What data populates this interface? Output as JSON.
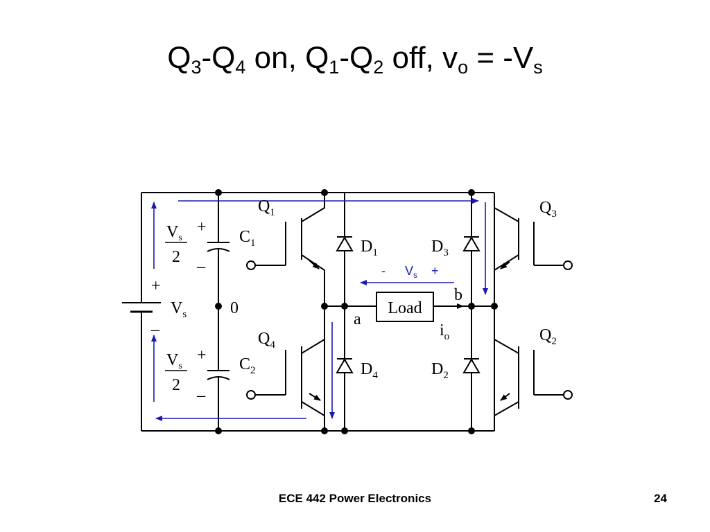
{
  "title": {
    "q3": "Q",
    "q3_sub": "3",
    "dash1": "-",
    "q4": "Q",
    "q4_sub": "4",
    "mid1": " on, ",
    "q1": "Q",
    "q1_sub": "1",
    "dash2": "-",
    "q2": "Q",
    "q2_sub": "2",
    "mid2": " off, v",
    "vo_sub": "o",
    "eq": " = -V",
    "vs_sub": "s"
  },
  "circuit": {
    "labels": {
      "q1": "Q",
      "q1_sub": "1",
      "q2": "Q",
      "q2_sub": "2",
      "q3": "Q",
      "q3_sub": "3",
      "q4": "Q",
      "q4_sub": "4",
      "d1": "D",
      "d1_sub": "1",
      "d2": "D",
      "d2_sub": "2",
      "d3": "D",
      "d3_sub": "3",
      "d4": "D",
      "d4_sub": "4",
      "c1": "C",
      "c1_sub": "1",
      "c2": "C",
      "c2_sub": "2",
      "vs_top": "V",
      "vs_top_sub": "s",
      "two_top": "2",
      "vs_bot": "V",
      "vs_bot_sub": "s",
      "two_bot": "2",
      "vs_src": "V",
      "vs_src_sub": "s",
      "plus_top": "+",
      "minus_top": "–",
      "plus_bot": "+",
      "minus_bot": "–",
      "plus_src": "+",
      "minus_src": "–",
      "node_zero": "0",
      "node_a": "a",
      "node_b": "b",
      "io": "i",
      "io_sub": "o",
      "load": "Load"
    },
    "annotation": {
      "minus": "-",
      "v": "V",
      "v_sub": "s",
      "plus": "+"
    },
    "annotation_color": "#1a1ab0"
  },
  "footer": {
    "course": "ECE 442 Power Electronics",
    "page": "24"
  }
}
